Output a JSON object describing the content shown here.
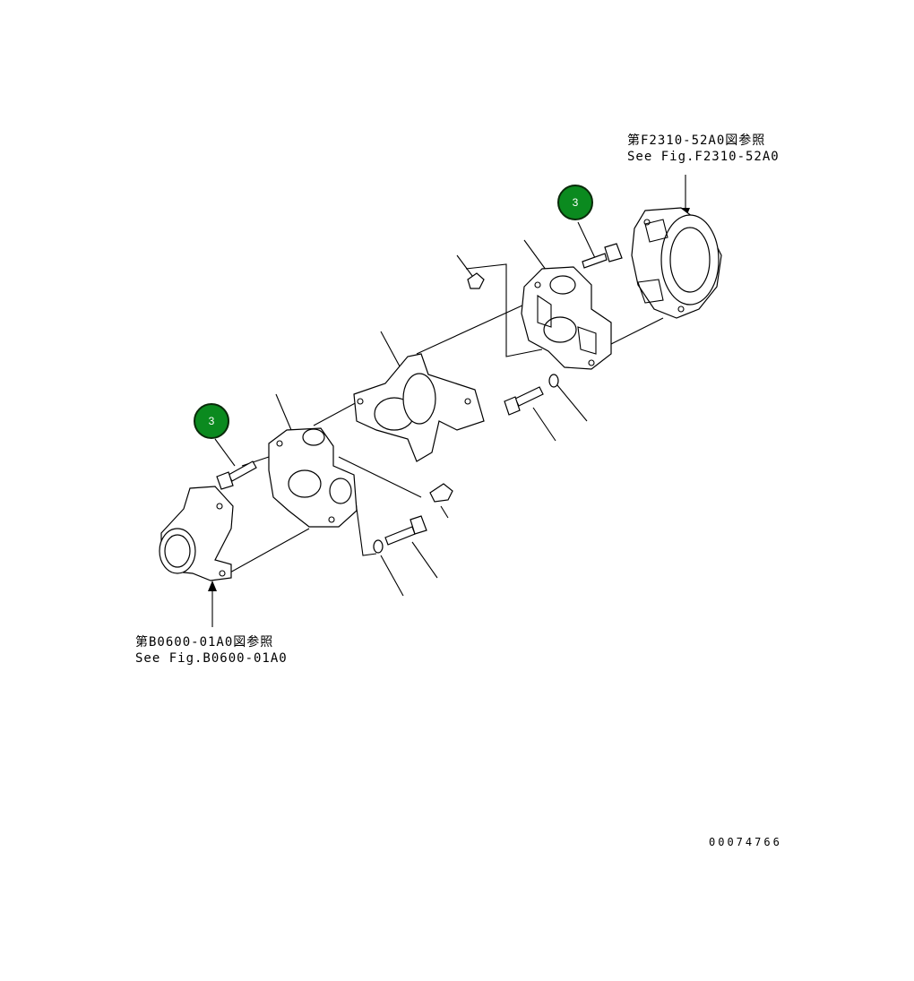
{
  "references": {
    "top": {
      "line1": "第F2310-52A0図参照",
      "line2": "See Fig.F2310-52A0"
    },
    "bottom": {
      "line1": "第B0600-01A0図参照",
      "line2": "See Fig.B0600-01A0"
    }
  },
  "callouts": [
    {
      "label": "3"
    },
    {
      "label": "3"
    }
  ],
  "drawing_number": "00074766",
  "colors": {
    "callout_fill": "#0b8a1f",
    "line": "#000000",
    "background": "#ffffff"
  }
}
